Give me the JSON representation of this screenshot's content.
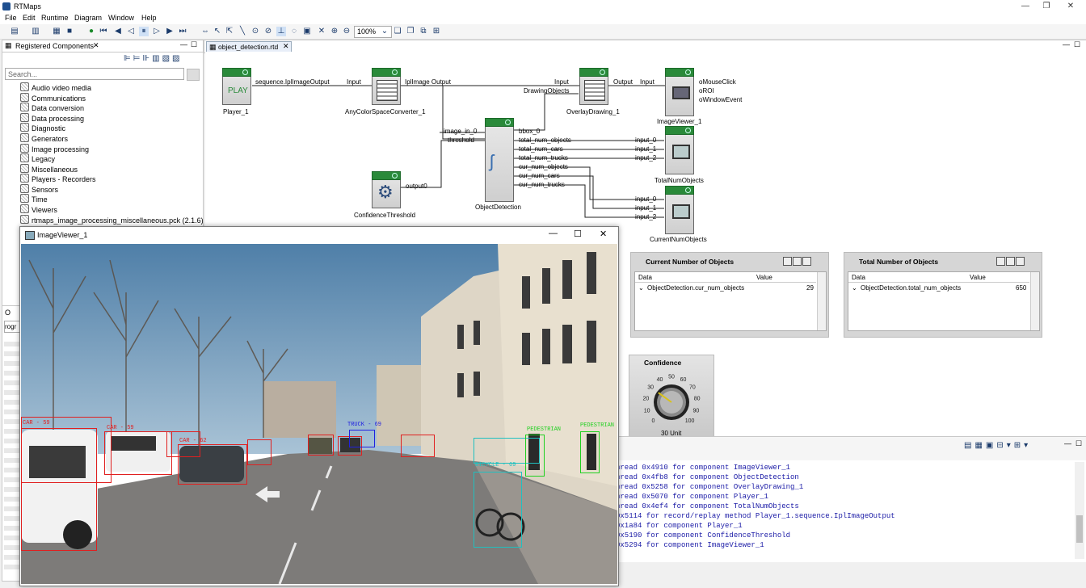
{
  "app": {
    "title": "RTMaps"
  },
  "window_controls": {
    "minimize": "—",
    "restore": "❐",
    "close": "✕"
  },
  "menu": [
    "File",
    "Edit",
    "Runtime",
    "Diagram",
    "Window",
    "Help"
  ],
  "toolbar": {
    "zoom": "100%"
  },
  "components_panel": {
    "tab_label": "Registered Components",
    "search_placeholder": "Search...",
    "items": [
      "Audio video media",
      "Communications",
      "Data conversion",
      "Data processing",
      "Diagnostic",
      "Generators",
      "Image processing",
      "Legacy",
      "Miscellaneous",
      "Players - Recorders",
      "Sensors",
      "Time",
      "Viewers",
      "rtmaps_image_processing_miscellaneous.pck (2.1.6)"
    ]
  },
  "left_lower": {
    "tab_label": "O",
    "field_value": "rogr"
  },
  "diagram": {
    "tab_label": "object_detection.rtd",
    "player": {
      "name": "Player_1",
      "button": "PLAY",
      "output": "sequence.IplImageOutput"
    },
    "converter": {
      "name": "AnyColorSpaceConverter_1",
      "input": "Input",
      "output": "IplImage Output"
    },
    "overlay": {
      "name": "OverlayDrawing_1",
      "input": "Input",
      "input2": "DrawingObjects",
      "output": "Output"
    },
    "imageviewer": {
      "name": "ImageViewer_1",
      "input": "Input",
      "outputs": [
        "oMouseClick",
        "oROI",
        "oWindowEvent"
      ]
    },
    "objdet": {
      "name": "ObjectDetection",
      "inputs": [
        "image_in_0",
        "threshold"
      ],
      "outputs": [
        "bbox_0",
        "total_num_objects",
        "total_num_cars",
        "total_num_trucks",
        "cur_num_objects",
        "cur_num_cars",
        "cur_num_trucks"
      ]
    },
    "confidence": {
      "name": "ConfidenceThreshold",
      "output": "output0"
    },
    "totalnum": {
      "name": "TotalNumObjects",
      "inputs": [
        "input_0",
        "input_1",
        "input_2"
      ]
    },
    "curnum": {
      "name": "CurrentNumObjects",
      "inputs": [
        "input_0",
        "input_1",
        "input_2"
      ]
    }
  },
  "widgets": {
    "current": {
      "title": "Current Number of Objects",
      "col_data": "Data",
      "col_value": "Value",
      "row_label": "ObjectDetection.cur_num_objects",
      "row_value": "29"
    },
    "total": {
      "title": "Total Number of Objects",
      "col_data": "Data",
      "col_value": "Value",
      "row_label": "ObjectDetection.total_num_objects",
      "row_value": "650"
    },
    "confidence": {
      "title": "Confidence",
      "value": 30,
      "unit_label": "30 Unit",
      "min": 0,
      "max": 100,
      "ticks": [
        "0",
        "10",
        "20",
        "30",
        "40",
        "50",
        "60",
        "70",
        "80",
        "90",
        "100"
      ]
    }
  },
  "console": {
    "lines": [
      "hread 0x4910 for component ImageViewer_1",
      "hread 0x4fb8 for component ObjectDetection",
      "hread 0x5258 for component OverlayDrawing_1",
      "hread 0x5070 for component Player_1",
      "hread 0x4ef4 for component TotalNumObjects",
      " 0x5114 for record/replay method Player_1.sequence.IplImageOutput",
      " 0x1a84 for component Player_1",
      " 0x5190 for component ConfidenceThreshold",
      " 0x5294 for component ImageViewer_1"
    ]
  },
  "image_viewer": {
    "title": "ImageViewer_1",
    "labels": {
      "truck": "TRUCK - 69",
      "bicycle": "BICYCLE - 69",
      "pedestrian1": "PEDESTRIAN",
      "pedestrian2": "PEDESTRIAN",
      "car1": "CAR - 59",
      "car2": "CAR - 59",
      "car3": "CAR - 62"
    }
  }
}
